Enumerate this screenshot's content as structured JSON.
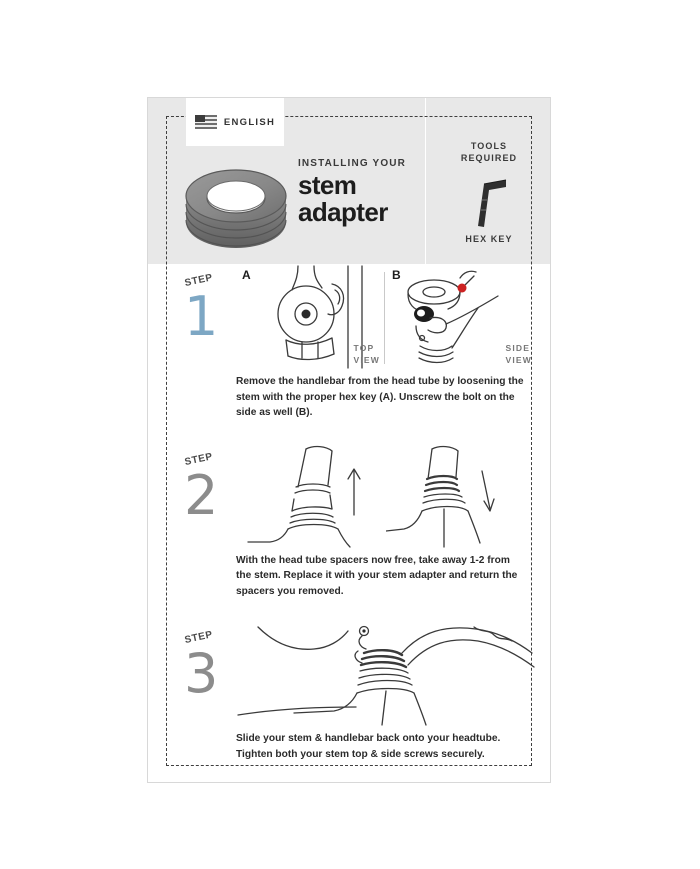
{
  "document": {
    "type": "installation-instruction-card",
    "language_chip": {
      "label": "ENGLISH",
      "icon": "us-flag-icon"
    },
    "header": {
      "kicker": "INSTALLING YOUR",
      "title_line1": "stem",
      "title_line2": "adapter",
      "product_icon": "stem-adapter-ring-icon",
      "tools": {
        "heading_line1": "TOOLS",
        "heading_line2": "REQUIRED",
        "tool_icon": "hex-key-icon",
        "tool_caption": "HEX KEY"
      }
    },
    "steps": [
      {
        "word": "STEP",
        "number": "1",
        "number_color": "#7da7c4",
        "panels": [
          {
            "letter": "A",
            "view_label_line1": "TOP",
            "view_label_line2": "VIEW",
            "art_icon": "stem-top-view-icon"
          },
          {
            "letter": "B",
            "view_label_line1": "SIDE",
            "view_label_line2": "VIEW",
            "art_icon": "stem-side-view-icon",
            "marker_color": "#cc2222"
          }
        ],
        "text": "Remove the handlebar from the head tube by loosening the stem with the proper hex key (A). Unscrew the bolt on the side as well (B)."
      },
      {
        "word": "STEP",
        "number": "2",
        "number_color": "#8c8c8c",
        "panels": [
          {
            "letter": "",
            "art_icon": "spacer-remove-up-arrow-icon"
          },
          {
            "letter": "",
            "art_icon": "spacer-replace-down-arrow-icon"
          }
        ],
        "text": "With the head tube spacers now free, take away 1-2 from the stem. Replace it with your stem adapter and return the spacers you removed."
      },
      {
        "word": "STEP",
        "number": "3",
        "number_color": "#8c8c8c",
        "panels": [
          {
            "letter": "",
            "art_icon": "handlebar-reinstall-icon"
          }
        ],
        "text": "Slide your stem & handlebar back onto your headtube. Tighten both your stem top & side screws securely."
      }
    ],
    "colors": {
      "header_background": "#e8e8e8",
      "card_background": "#ffffff",
      "accent_blue": "#7da7c4",
      "step_gray": "#8c8c8c",
      "marker_red": "#cc2222",
      "text_dark": "#2b2b2b"
    }
  }
}
